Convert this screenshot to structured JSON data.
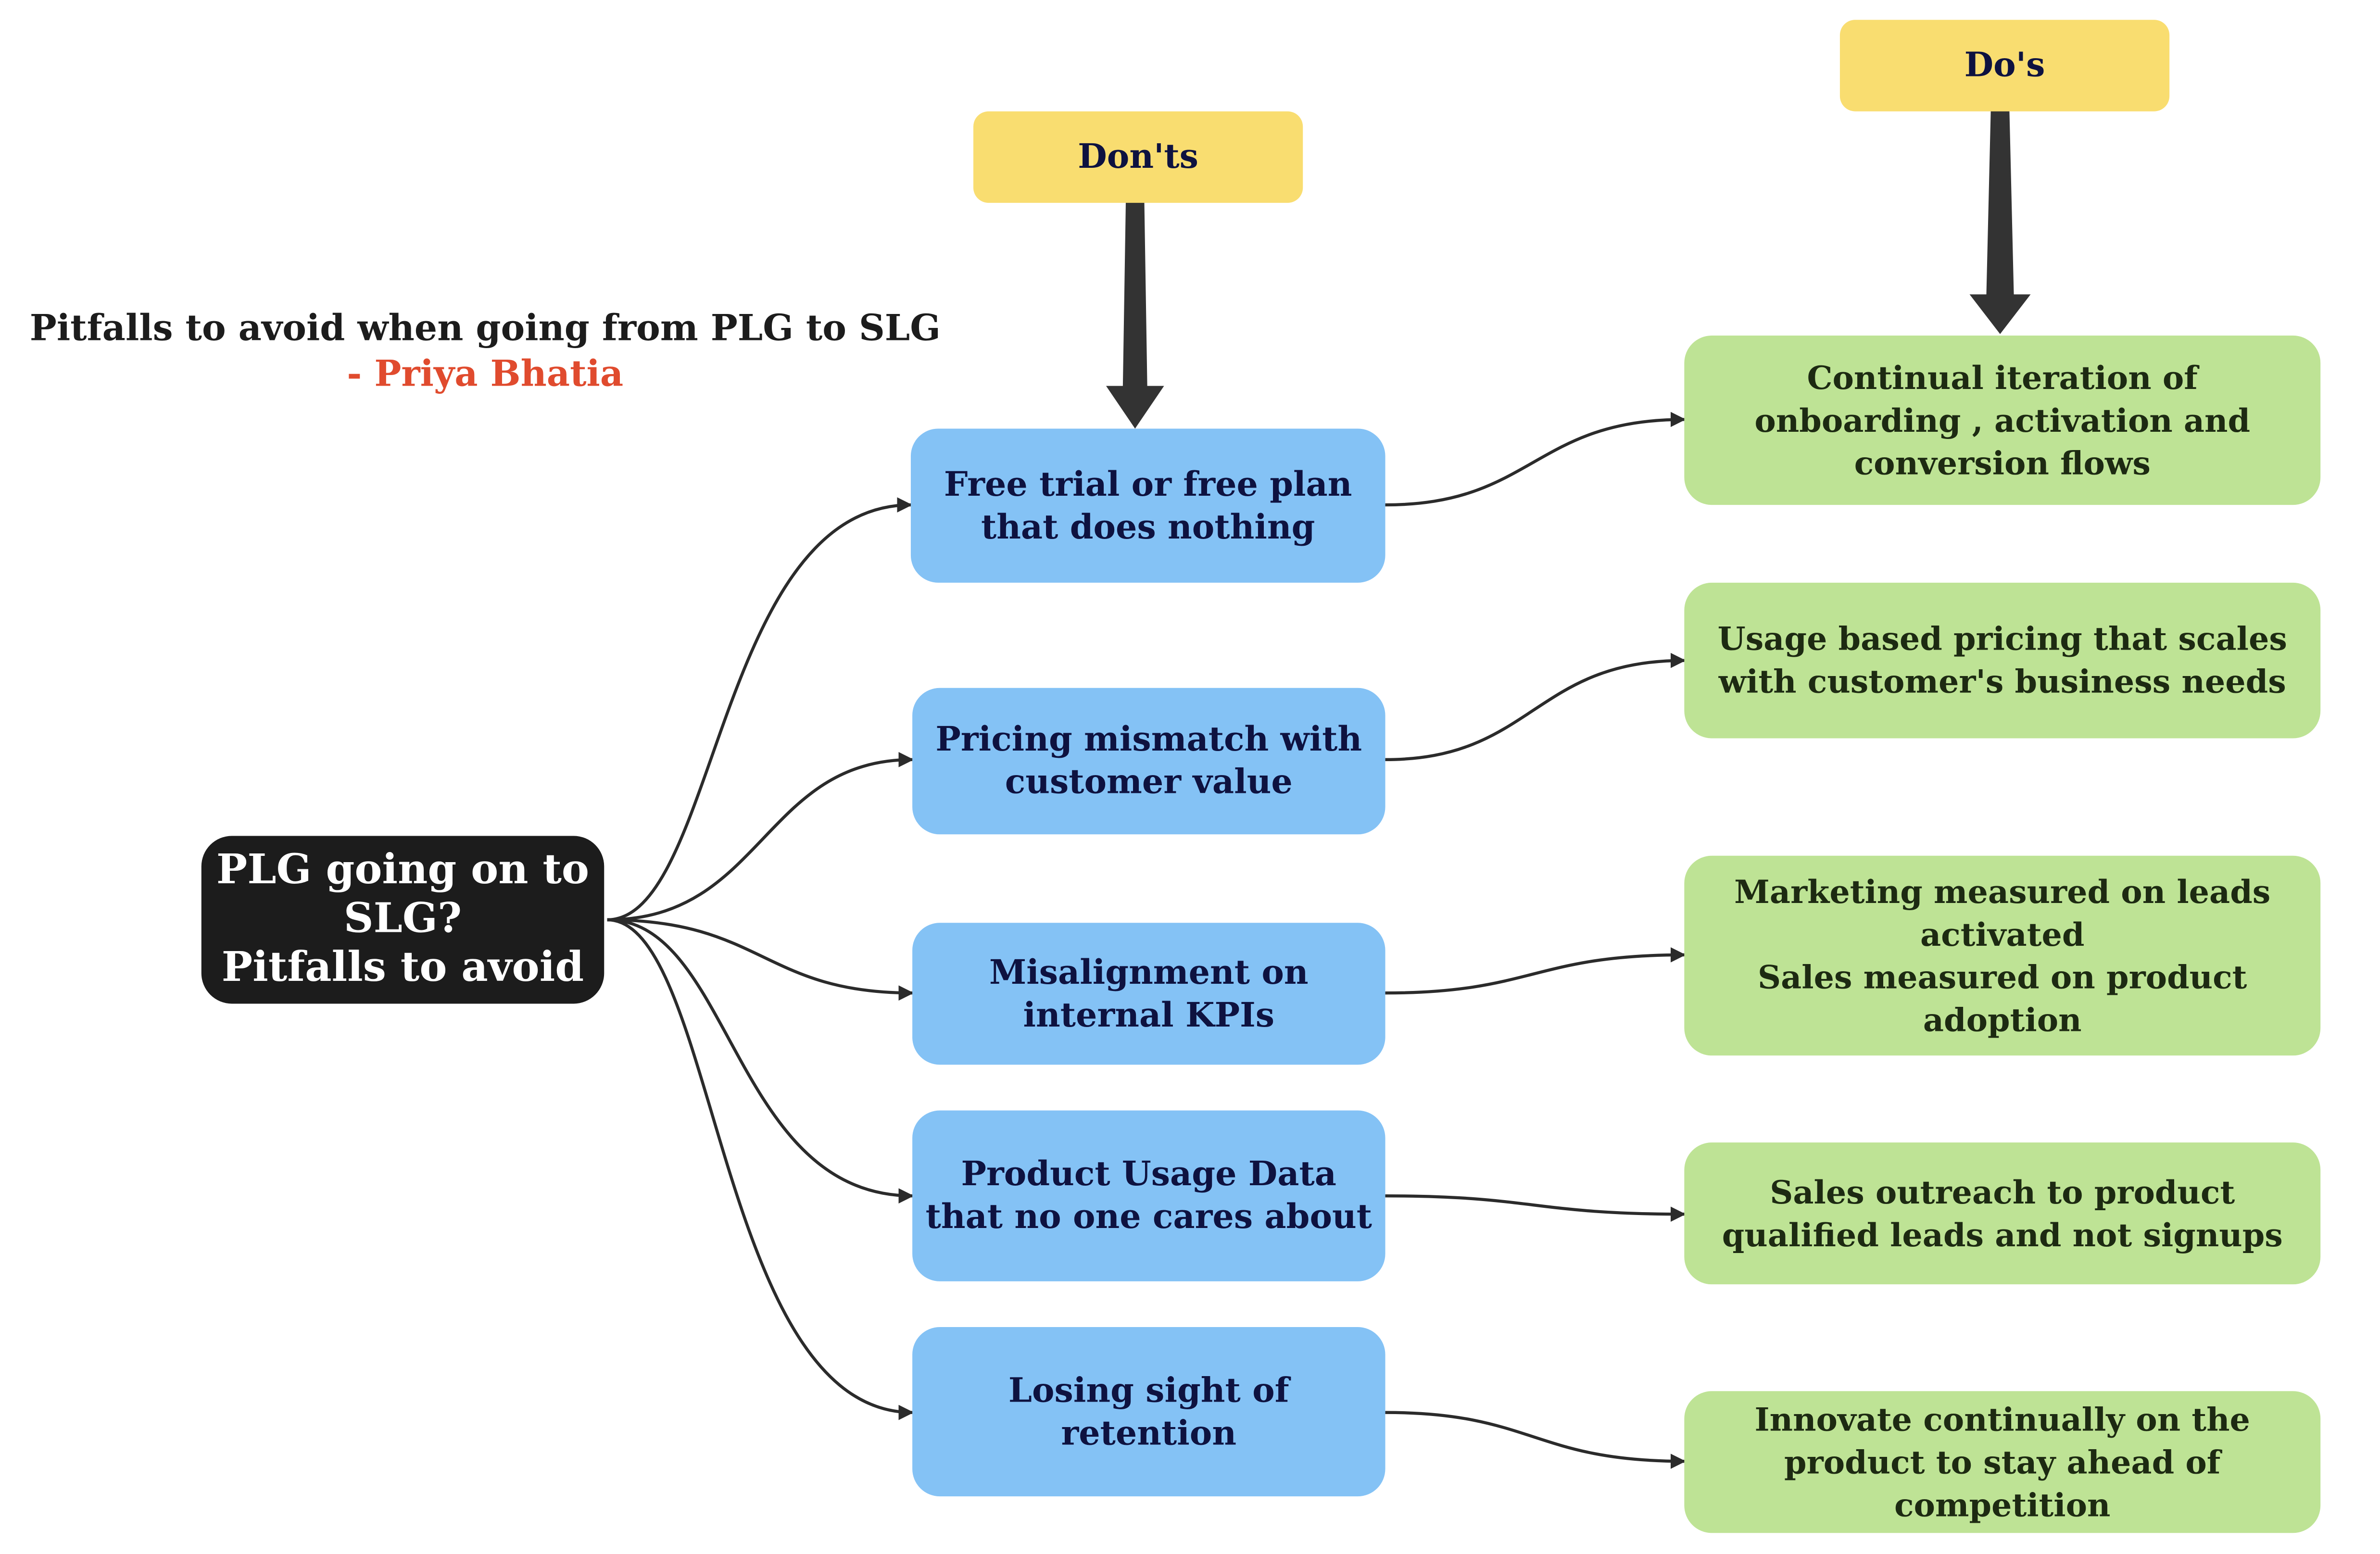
{
  "title": {
    "text": "Pitfalls to avoid when going from PLG to SLG",
    "author": "- Priya Bhatia"
  },
  "root": {
    "label": "PLG going on to\nSLG?\nPitfalls to avoid"
  },
  "headers": {
    "donts": "Don'ts",
    "dos": "Do's"
  },
  "donts": [
    "Free trial or free plan\nthat does nothing",
    "Pricing mismatch with\ncustomer value",
    "Misalignment on\ninternal KPIs",
    "Product Usage Data\nthat no one cares about",
    "Losing sight of\nretention"
  ],
  "dos": [
    "Continual iteration of\nonboarding , activation and\nconversion flows",
    "Usage based pricing that scales\nwith customer's business needs",
    "Marketing measured on leads\nactivated\nSales measured on product\nadoption",
    "Sales outreach to product\nqualified leads and not signups",
    "Innovate continually on the\nproduct to stay ahead of\ncompetition"
  ],
  "colors": {
    "root_bg": "#1c1c1c",
    "dont_bg": "#84c2f5",
    "do_bg": "#bee395",
    "header_bg": "#f9dd70",
    "author_text": "#e04b2e",
    "connector": "#2b2b2b"
  }
}
